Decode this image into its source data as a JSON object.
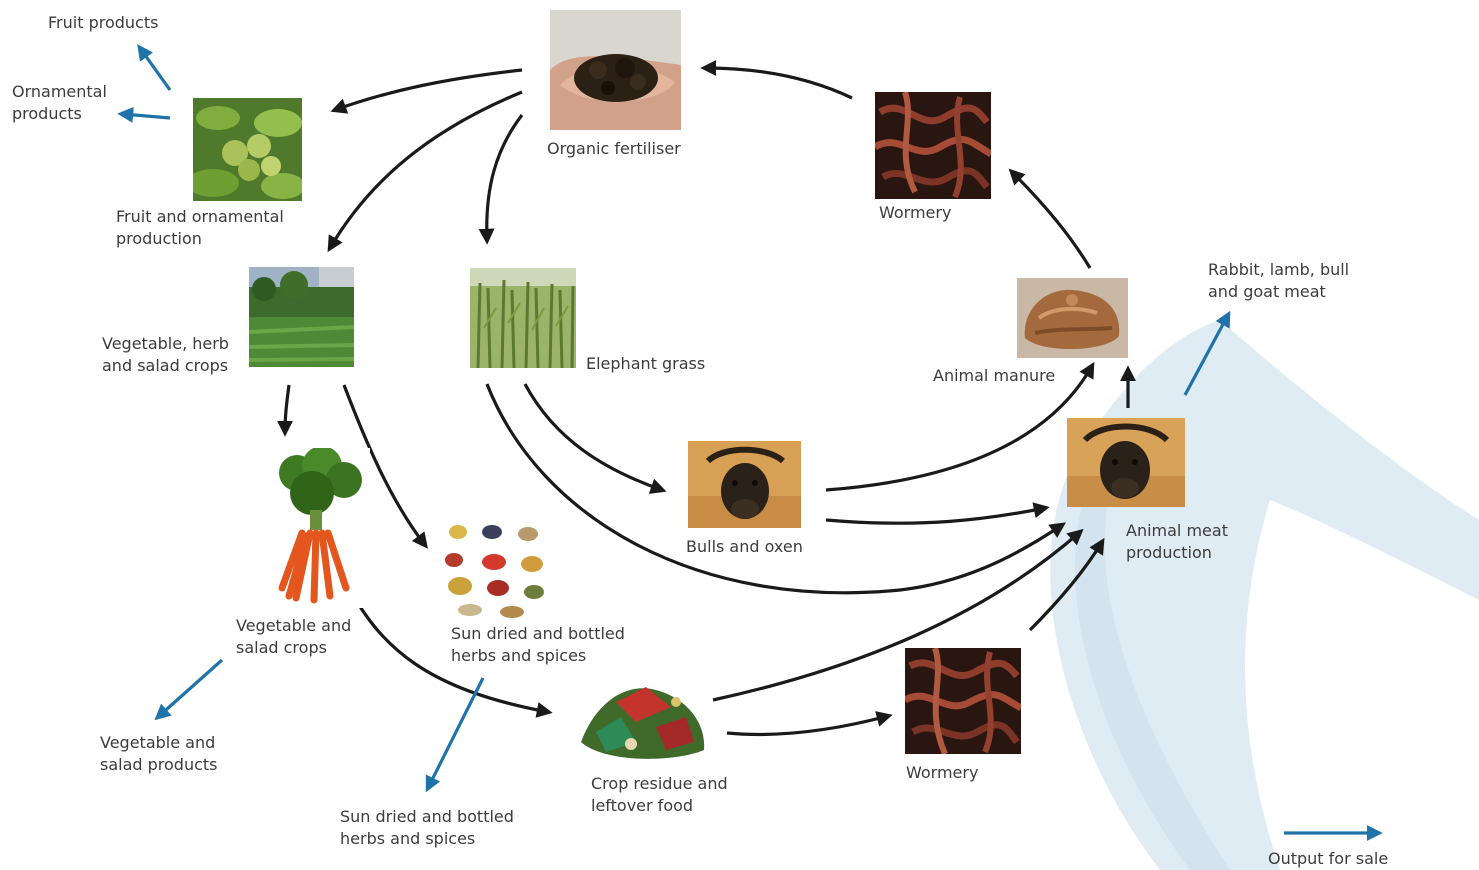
{
  "labels": {
    "fruit_products": "Fruit products",
    "ornamental_products": "Ornamental\nproducts",
    "organic_fertiliser": "Organic fertiliser",
    "fruit_ornamental_production": "Fruit and ornamental\nproduction",
    "wormery_top": "Wormery",
    "vegetable_herb_salad": "Vegetable, herb\nand salad crops",
    "elephant_grass": "Elephant grass",
    "animal_manure": "Animal manure",
    "meat_output": "Rabbit, lamb, bull\nand goat meat",
    "bulls_oxen": "Bulls and oxen",
    "animal_meat_production": "Animal meat\nproduction",
    "vegetable_salad_crops": "Vegetable and\nsalad crops",
    "sun_dried_herbs": "Sun dried and bottled\nherbs and spices",
    "veg_salad_products": "Vegetable and\nsalad products",
    "sun_dried_herbs_output": "Sun dried and bottled\nherbs and spices",
    "crop_residue": "Crop residue and\nleftover food",
    "wormery_bottom": "Wormery"
  },
  "legend": {
    "output_for_sale": "Output for sale"
  },
  "colors": {
    "flow_arrow": "#1a1a1a",
    "output_arrow": "#1f73a8",
    "background_swoosh": "#dbe9f2"
  }
}
